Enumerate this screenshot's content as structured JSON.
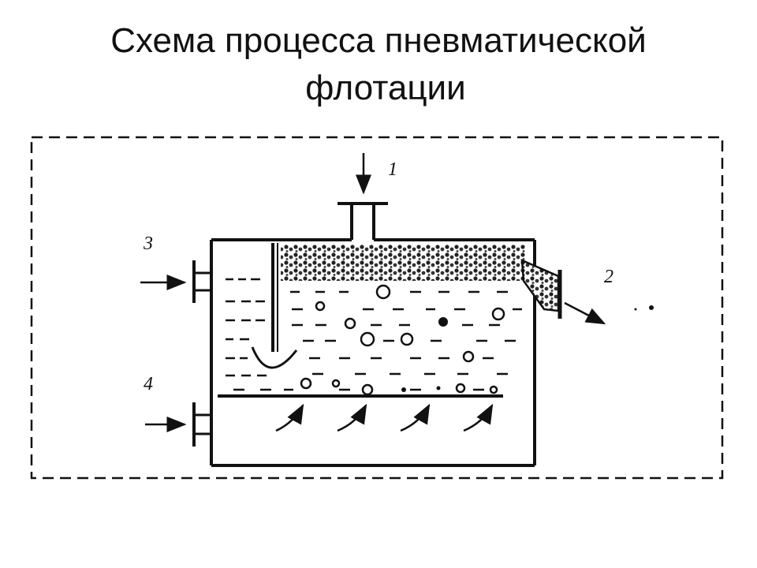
{
  "title": {
    "line1": "Схема процесса пневматической",
    "line2": "флотации"
  },
  "labels": {
    "inlet_top": "1",
    "foam_outlet": "2",
    "side_inlet_upper": "3",
    "side_inlet_lower": "4"
  },
  "colors": {
    "ink": "#111111",
    "background": "#ffffff"
  }
}
